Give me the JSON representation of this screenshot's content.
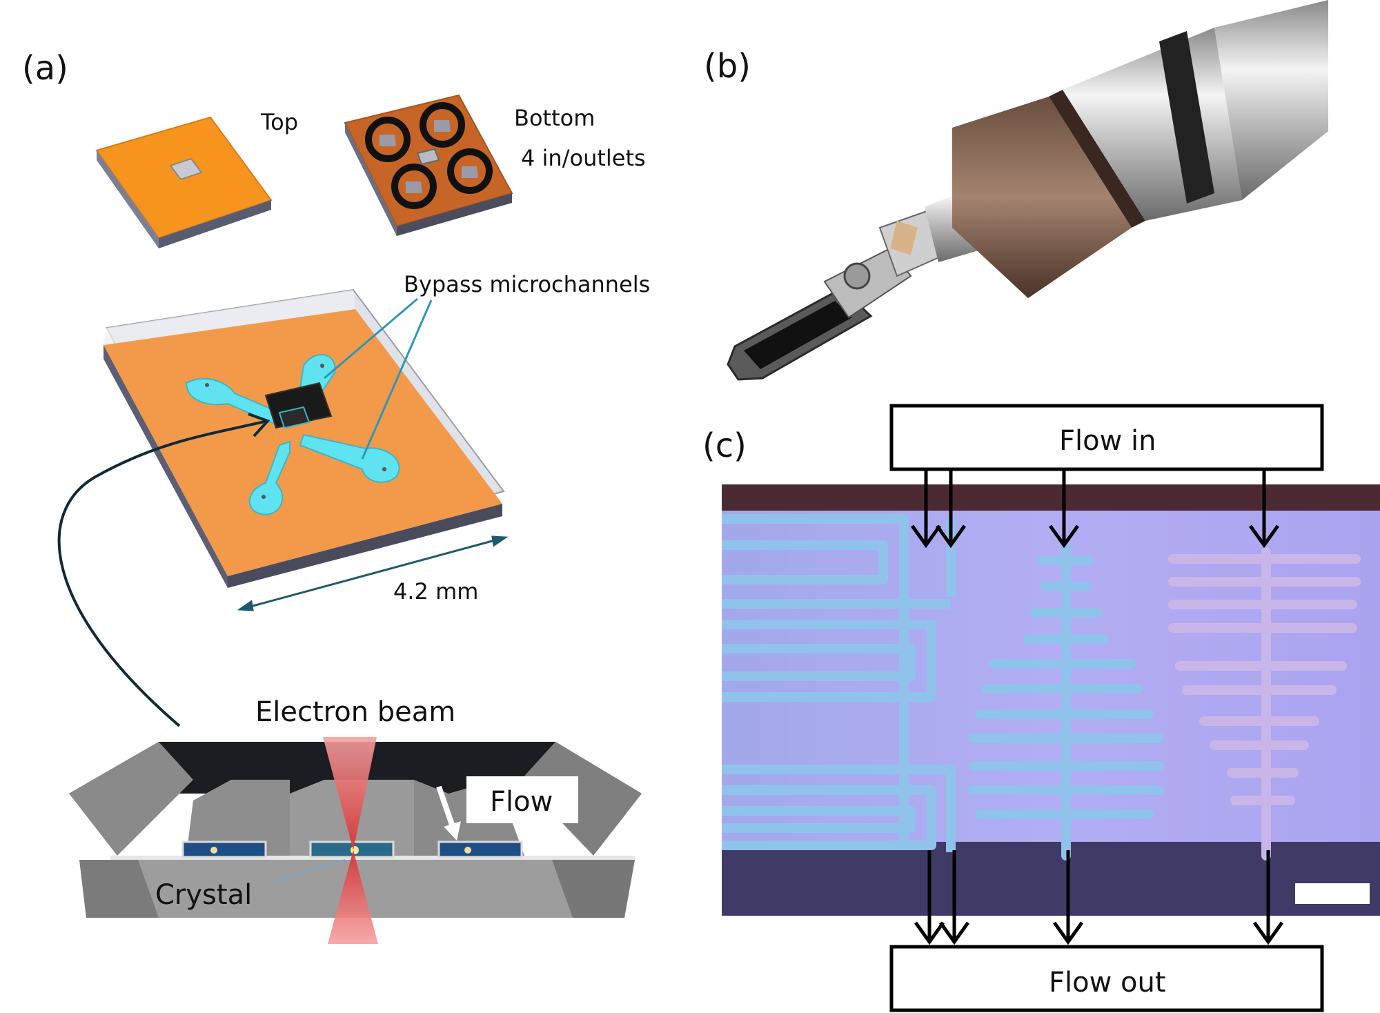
{
  "panel_a": {
    "label": "(a)",
    "top_label": "Top",
    "bottom_label": "Bottom",
    "inlets_label": "4 in/outlets",
    "bypass_label": "Bypass microchannels",
    "dimension_label": "4.2 mm",
    "beam_label": "Electron beam",
    "flow_label": "Flow",
    "crystal_label": "Crystal"
  },
  "panel_b": {
    "label": "(b)"
  },
  "panel_c": {
    "label": "(c)",
    "flow_in_label": "Flow in",
    "flow_out_label": "Flow out"
  },
  "colors": {
    "chip_orange": "#f5a04a",
    "chip_dark_orange": "#c8692a",
    "channel_cyan": "#5fe6f2",
    "microscope_bg": "#a9a4f0",
    "channel_blue": "#8bc2f0",
    "beam_red": "#e23b3b"
  }
}
